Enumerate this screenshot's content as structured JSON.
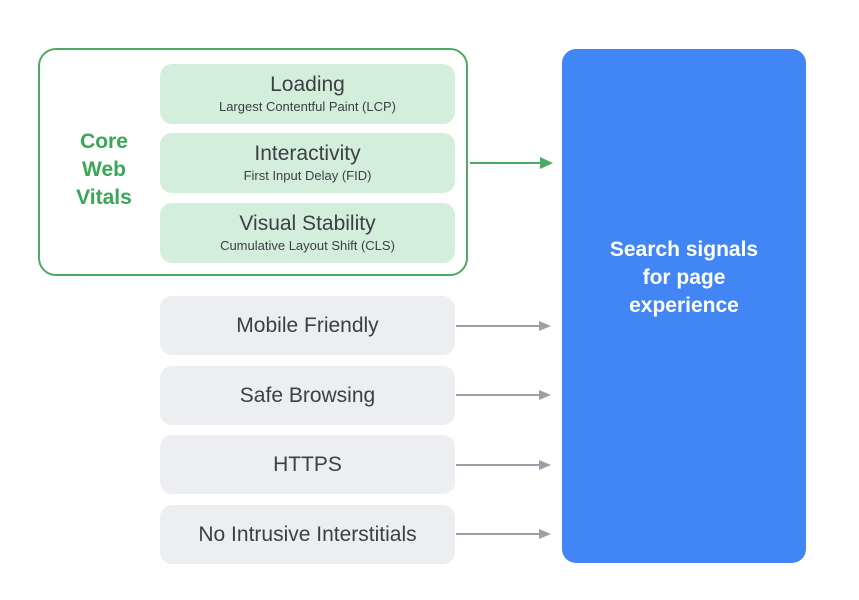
{
  "core_web_vitals": {
    "label": "Core Web Vitals",
    "label_lines": [
      "Core",
      "Web",
      "Vitals"
    ],
    "items": [
      {
        "title": "Loading",
        "subtitle": "Largest Contentful Paint (LCP)"
      },
      {
        "title": "Interactivity",
        "subtitle": "First Input Delay (FID)"
      },
      {
        "title": "Visual Stability",
        "subtitle": "Cumulative Layout Shift (CLS)"
      }
    ]
  },
  "other_signals": [
    {
      "title": "Mobile Friendly"
    },
    {
      "title": "Safe Browsing"
    },
    {
      "title": "HTTPS"
    },
    {
      "title": "No Intrusive Interstitials"
    }
  ],
  "target": {
    "label": "Search signals for page experience",
    "label_lines": [
      "Search signals",
      "for page",
      "experience"
    ]
  },
  "colors": {
    "green_stroke": "#4caa63",
    "green_text": "#3aa757",
    "green_fill": "#d3efdc",
    "gray_fill": "#eceef1",
    "gray_arrow": "#9aa0a6",
    "blue": "#4285f4",
    "text_dark": "#3c4043"
  }
}
